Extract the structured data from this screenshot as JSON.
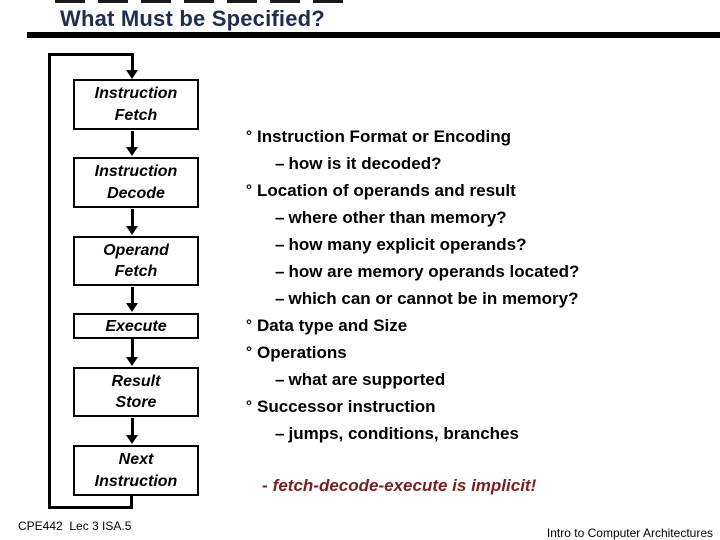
{
  "title": "What Must be Specified?",
  "flowchart": {
    "boxes": [
      {
        "line1": "Instruction",
        "line2": "Fetch"
      },
      {
        "line1": "Instruction",
        "line2": "Decode"
      },
      {
        "line1": "Operand",
        "line2": "Fetch"
      },
      {
        "line1": "Execute",
        "line2": ""
      },
      {
        "line1": "Result",
        "line2": "Store"
      },
      {
        "line1": "Next",
        "line2": "Instruction"
      }
    ]
  },
  "bullets": [
    {
      "level": 1,
      "marker": "°",
      "text": "Instruction Format or Encoding"
    },
    {
      "level": 2,
      "marker": "–",
      "text": "how is it decoded?"
    },
    {
      "level": 1,
      "marker": "°",
      "text": "Location of operands and result"
    },
    {
      "level": 2,
      "marker": "–",
      "text": "where other than memory?"
    },
    {
      "level": 2,
      "marker": "–",
      "text": "how many explicit operands?"
    },
    {
      "level": 2,
      "marker": "–",
      "text": "how are memory operands located?"
    },
    {
      "level": 2,
      "marker": "–",
      "text": "which can or cannot be in memory?"
    },
    {
      "level": 1,
      "marker": "°",
      "text": "Data type and Size"
    },
    {
      "level": 1,
      "marker": "°",
      "text": "Operations"
    },
    {
      "level": 2,
      "marker": "–",
      "text": "what are supported"
    },
    {
      "level": 1,
      "marker": "°",
      "text": "Successor instruction"
    },
    {
      "level": 2,
      "marker": "–",
      "text": "jumps, conditions, branches"
    }
  ],
  "note": {
    "marker": "-",
    "text": "fetch-decode-execute is implicit!"
  },
  "footer": {
    "left": "CPE442  Lec 3 ISA.5",
    "right": "Intro to Computer Architectures"
  },
  "colors": {
    "title": "#1e2d50",
    "body_text": "#000000",
    "note": "#7a1f1f",
    "lines": "#000000"
  }
}
